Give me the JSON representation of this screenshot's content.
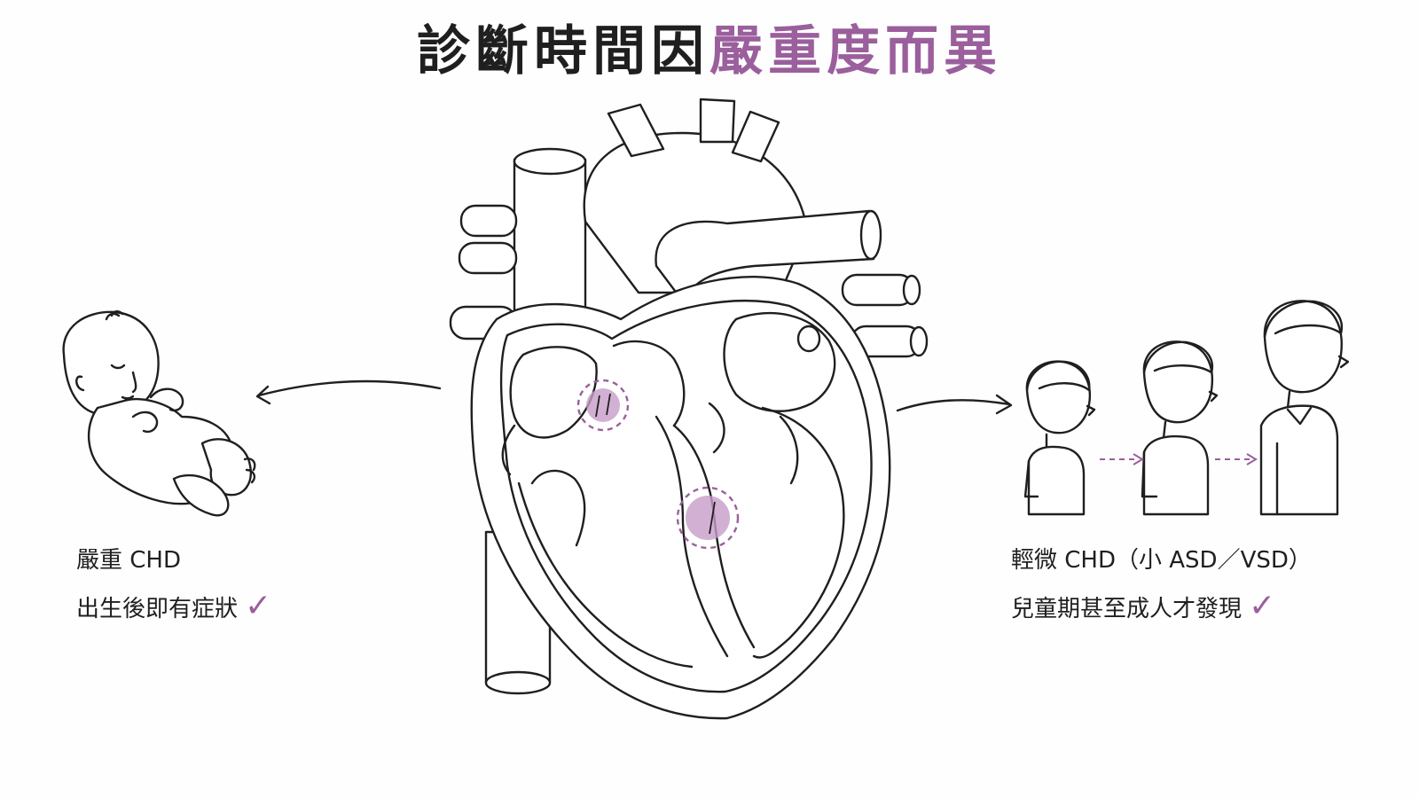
{
  "title": {
    "part1": "診斷時間因",
    "part2": "嚴重度而異"
  },
  "colors": {
    "accent": "#9a5f9c",
    "ink": "#1f1f1f",
    "background": "#fefefe"
  },
  "left": {
    "line1": "嚴重 CHD",
    "line2": "出生後即有症狀",
    "check": "✓"
  },
  "right": {
    "line1": "輕微 CHD（小 ASD／VSD）",
    "line2": "兒童期甚至成人才發現",
    "check": "✓"
  },
  "icons": [
    "heart-cross-section",
    "newborn-baby",
    "child-boy",
    "teen-boy",
    "adult-man",
    "check-icon",
    "arrow-icon"
  ]
}
